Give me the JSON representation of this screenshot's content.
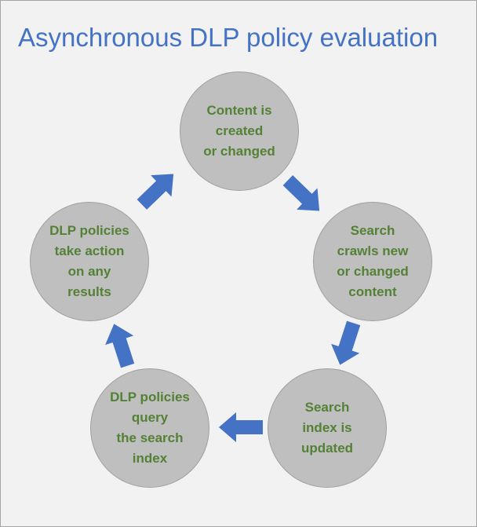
{
  "title": "Asynchronous DLP policy evaluation",
  "colors": {
    "title": "#4472c4",
    "node_fill": "#bfbfbf",
    "node_text": "#538135",
    "arrow": "#4472c4",
    "background": "#f2f2f2"
  },
  "nodes": [
    {
      "id": "content-created",
      "label": "Content is\ncreated\nor changed"
    },
    {
      "id": "search-crawls",
      "label": "Search\ncrawls new\nor changed\ncontent"
    },
    {
      "id": "index-updated",
      "label": "Search\nindex is\nupdated"
    },
    {
      "id": "policies-query",
      "label": "DLP policies\nquery\nthe search\nindex"
    },
    {
      "id": "policies-act",
      "label": "DLP policies\ntake action\non any\nresults"
    }
  ],
  "edges": [
    {
      "from": "content-created",
      "to": "search-crawls",
      "icon": "arrow-icon"
    },
    {
      "from": "search-crawls",
      "to": "index-updated",
      "icon": "arrow-icon"
    },
    {
      "from": "index-updated",
      "to": "policies-query",
      "icon": "arrow-icon"
    },
    {
      "from": "policies-query",
      "to": "policies-act",
      "icon": "arrow-icon"
    },
    {
      "from": "policies-act",
      "to": "content-created",
      "icon": "arrow-icon"
    }
  ]
}
